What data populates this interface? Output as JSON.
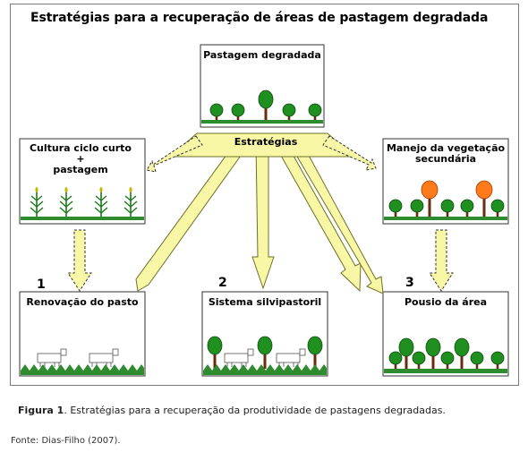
{
  "title": "Estratégias para a recuperação de áreas de pastagem degradada",
  "boxes": {
    "top": "Pastagem degradada",
    "left_line1": "Cultura ciclo curto",
    "left_plus": "+",
    "left_line3": "pastagem",
    "right_line1": "Manejo da vegetação",
    "right_line2": "secundária",
    "b1": "Renovação do pasto",
    "b2": "Sistema silvipastoril",
    "b3": "Pousio da área"
  },
  "strategies_label": "Estratégias",
  "numbers": {
    "n1": "1",
    "n2": "2",
    "n3": "3"
  },
  "caption": {
    "label": "Figura 1",
    "text": ". Estratégias para a recuperação da produtividade de pastagens degradadas."
  },
  "source": "Fonte: Dias-Filho (2007).",
  "colors": {
    "arrow_fill": "#f7f7a6",
    "arrow_stroke": "#6f6f2a",
    "tree_green": "#1f8f1f",
    "tree_orange": "#ff7a1a",
    "trunk": "#6b2b0e",
    "grass": "#2e8b2e"
  }
}
